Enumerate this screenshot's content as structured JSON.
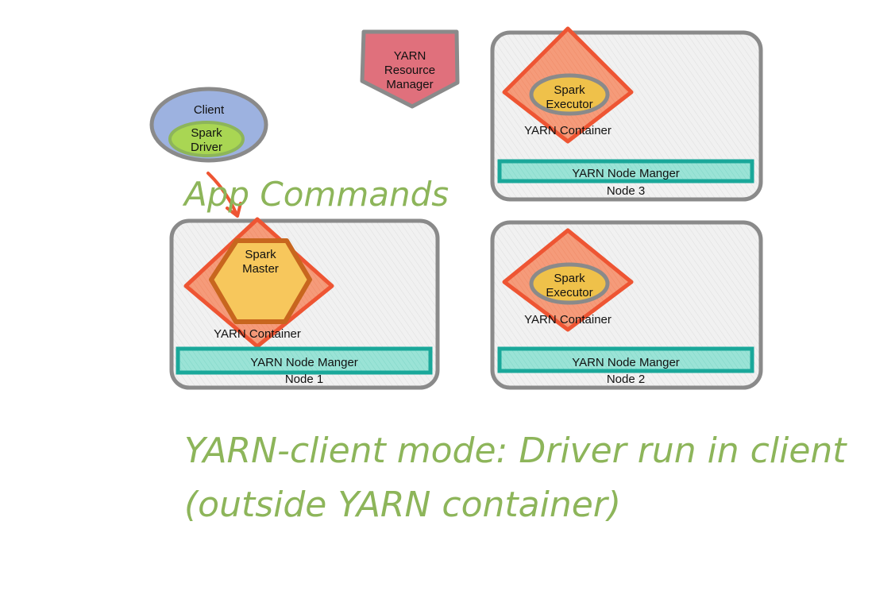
{
  "resource_manager": {
    "line1": "YARN",
    "line2": "Resource",
    "line3": "Manager"
  },
  "client": {
    "label": "Client",
    "driver_line1": "Spark",
    "driver_line2": "Driver"
  },
  "arrow_label": "App Commands",
  "nodes": {
    "node1": {
      "label": "Node 1",
      "node_manager": "YARN Node Manger",
      "container_label": "YARN Container",
      "master_line1": "Spark",
      "master_line2": "Master"
    },
    "node2": {
      "label": "Node 2",
      "node_manager": "YARN Node Manger",
      "container_label": "YARN Container",
      "executor_line1": "Spark",
      "executor_line2": "Executor"
    },
    "node3": {
      "label": "Node 3",
      "node_manager": "YARN Node Manger",
      "container_label": "YARN Container",
      "executor_line1": "Spark",
      "executor_line2": "Executor"
    }
  },
  "caption": {
    "line1": "YARN-client mode: Driver run in client",
    "line2": "(outside YARN container)"
  },
  "colors": {
    "node_border": "#8a8a8a",
    "node_fill": "#efefef",
    "node_manager": "#9ae3d6",
    "node_manager_border": "#1aa89a",
    "container": "#f59b7a",
    "container_border": "#ee5533",
    "executor": "#efc14a",
    "master": "#f7c75c",
    "master_border": "#c8661e",
    "resource_manager": "#e0707c",
    "client": "#9db2e0",
    "driver": "#a9d653",
    "handwriting": "#8db55a",
    "arrow": "#ee5533"
  }
}
